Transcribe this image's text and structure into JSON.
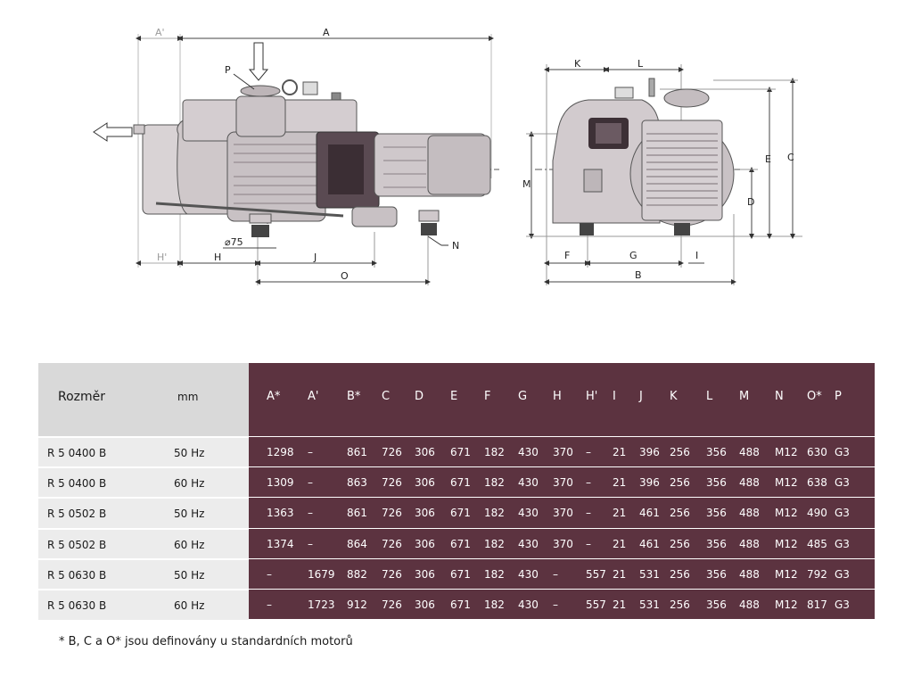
{
  "drawing": {
    "labels": {
      "A_prime_top": "A'",
      "A": "A",
      "P": "P",
      "H_prime": "H'",
      "H": "H",
      "J": "J",
      "O": "O",
      "dia75": "⌀75",
      "N": "N",
      "K": "K",
      "L": "L",
      "M": "M",
      "F": "F",
      "G": "G",
      "I": "I",
      "B": "B",
      "D": "D",
      "E": "E",
      "C": "C"
    }
  },
  "table": {
    "header_left": "Rozměr",
    "header_unit": "mm",
    "columns": [
      "A*",
      "A'",
      "B*",
      "C",
      "D",
      "E",
      "F",
      "G",
      "H",
      "H'",
      "I",
      "J",
      "K",
      "L",
      "M",
      "N",
      "O*",
      "P"
    ],
    "rows": [
      {
        "model": "R 5 0400 B",
        "hz": "50 Hz",
        "values": [
          "1298",
          "–",
          "861",
          "726",
          "306",
          "671",
          "182",
          "430",
          "370",
          "–",
          "21",
          "396",
          "256",
          "356",
          "488",
          "M12",
          "630",
          "G3"
        ]
      },
      {
        "model": "R 5 0400 B",
        "hz": "60 Hz",
        "values": [
          "1309",
          "–",
          "863",
          "726",
          "306",
          "671",
          "182",
          "430",
          "370",
          "–",
          "21",
          "396",
          "256",
          "356",
          "488",
          "M12",
          "638",
          "G3"
        ]
      },
      {
        "model": "R 5 0502 B",
        "hz": "50 Hz",
        "values": [
          "1363",
          "–",
          "861",
          "726",
          "306",
          "671",
          "182",
          "430",
          "370",
          "–",
          "21",
          "461",
          "256",
          "356",
          "488",
          "M12",
          "490",
          "G3"
        ]
      },
      {
        "model": "R 5 0502 B",
        "hz": "60 Hz",
        "values": [
          "1374",
          "–",
          "864",
          "726",
          "306",
          "671",
          "182",
          "430",
          "370",
          "–",
          "21",
          "461",
          "256",
          "356",
          "488",
          "M12",
          "485",
          "G3"
        ]
      },
      {
        "model": "R 5 0630 B",
        "hz": "50 Hz",
        "values": [
          "–",
          "1679",
          "882",
          "726",
          "306",
          "671",
          "182",
          "430",
          "–",
          "557",
          "21",
          "531",
          "256",
          "356",
          "488",
          "M12",
          "792",
          "G3"
        ]
      },
      {
        "model": "R 5 0630 B",
        "hz": "60 Hz",
        "values": [
          "–",
          "1723",
          "912",
          "726",
          "306",
          "671",
          "182",
          "430",
          "–",
          "557",
          "21",
          "531",
          "256",
          "356",
          "488",
          "M12",
          "817",
          "G3"
        ]
      }
    ]
  },
  "footnote": "* B, C a O* jsou definovány u standardních motorů"
}
